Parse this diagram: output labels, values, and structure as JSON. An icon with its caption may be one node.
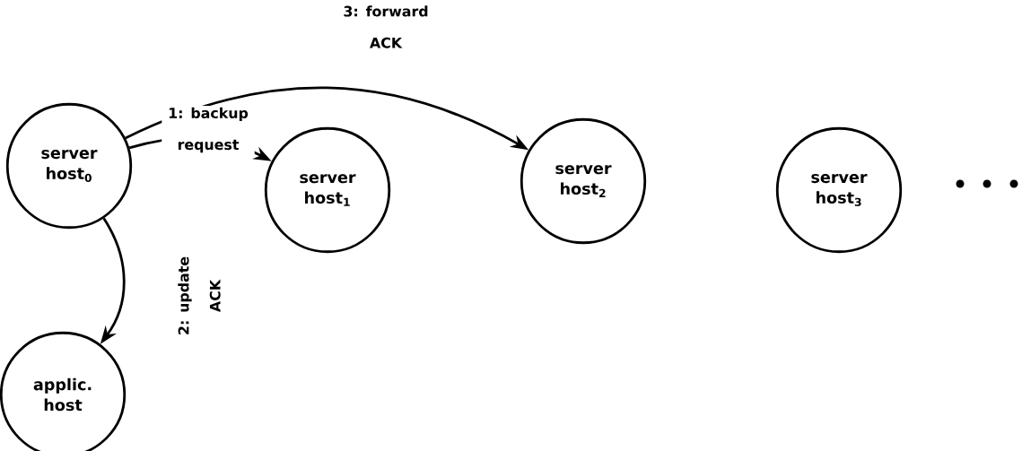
{
  "diagram": {
    "nodes": [
      {
        "text": [
          "server host$_{0}$"
        ]
      },
      {
        "text": [
          "server host$_{1}$"
        ]
      },
      {
        "text": [
          "server host$_{2}$"
        ]
      },
      {
        "text": [
          "server host$_{3}$"
        ]
      },
      {
        "text": [
          "applic. host"
        ]
      }
    ],
    "edges": [
      {
        "from": 0,
        "to": 1,
        "arrow": "to",
        "label": "1: backup request"
      },
      {
        "from": 0,
        "to": 4,
        "arrow": "to",
        "label": "2: update ACK"
      },
      {
        "from": 0,
        "to": 2,
        "arrow": "to",
        "label": "3: forward ACK"
      }
    ]
  }
}
